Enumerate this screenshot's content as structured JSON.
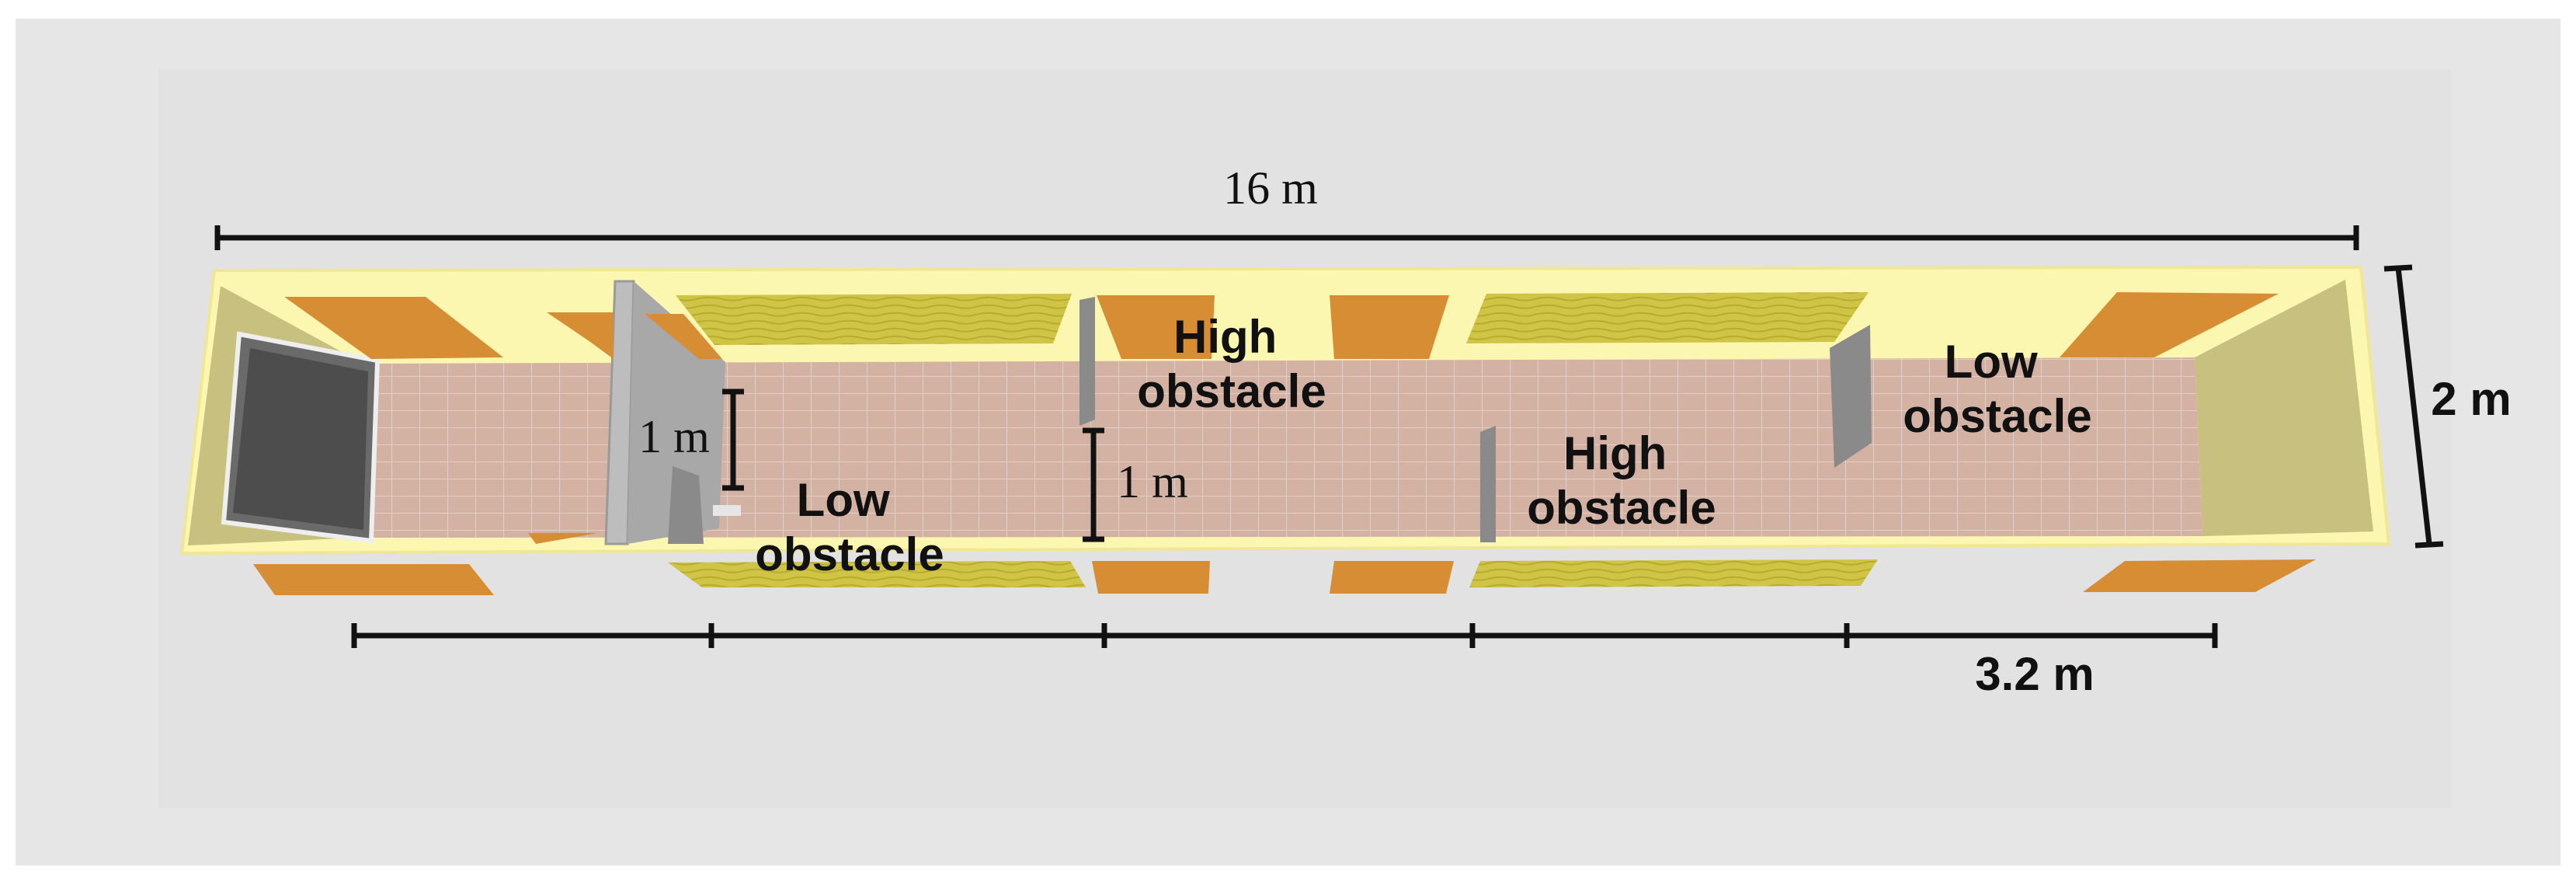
{
  "dimensions": {
    "length": "16 m",
    "width": "2 m",
    "segment": "3.2 m",
    "obstacle_height_1": "1 m",
    "obstacle_height_2": "1 m"
  },
  "obstacles": [
    {
      "line1": "Low",
      "line2": "obstacle"
    },
    {
      "line1": "High",
      "line2": "obstacle"
    },
    {
      "line1": "High",
      "line2": "obstacle"
    },
    {
      "line1": "Low",
      "line2": "obstacle"
    }
  ],
  "colors": {
    "outer_bg": "#e6e6e6",
    "inner_bg": "#e3e3e3",
    "wall_top": "#fbf6b0",
    "floor": "#d3b2a4",
    "floor_grid": "#e2c9bd",
    "door": "#d68d33",
    "window": "#cfc446",
    "obstacle": "#8a8a8a",
    "end_wall": "#c8c07e",
    "dimension_line": "#111111"
  }
}
